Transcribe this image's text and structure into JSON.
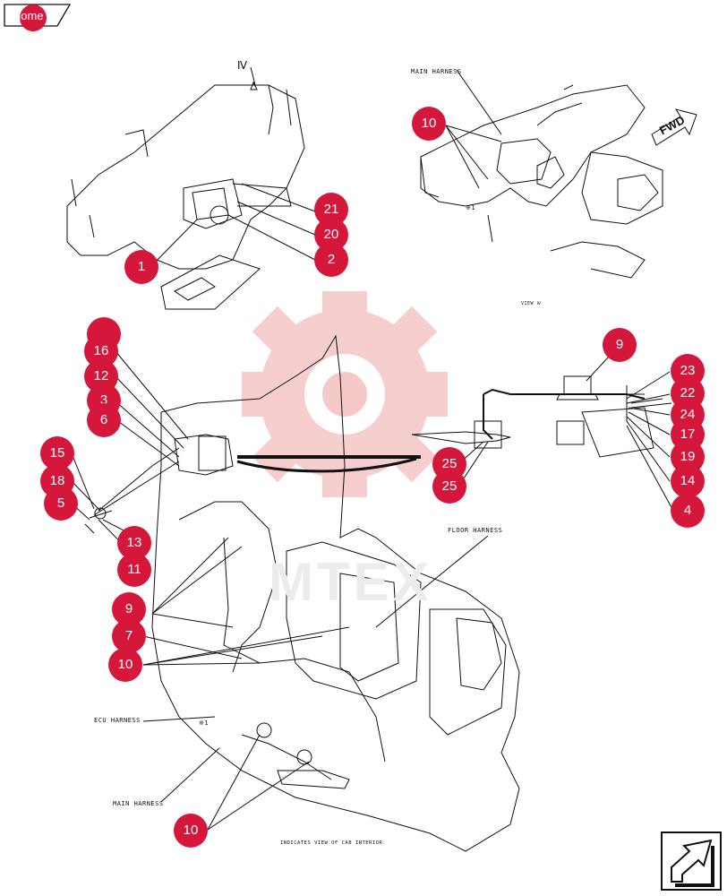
{
  "nav": {
    "home_label": "home"
  },
  "labels": {
    "main_harness_top": "MAIN HARNESS",
    "view_iv": "VIEW Ⅳ",
    "view_marker": "Ⅳ",
    "floor_harness": "FLOOR HARNESS",
    "ecu_harness": "ECU HARNESS",
    "main_harness_bottom": "MAIN HARNESS",
    "cab_interior_note": "INDICATES VIEW OF CAB INTERIOR",
    "ref_mark_top": "※1",
    "ref_mark_bottom": "※1",
    "fwd": "FWD"
  },
  "watermark": "MTEX",
  "colors": {
    "callout": "#d4173a",
    "line": "#111111",
    "watermark": "#f6c9c9"
  },
  "callouts": [
    {
      "id": "c-10a",
      "n": "10"
    },
    {
      "id": "c-21",
      "n": "21"
    },
    {
      "id": "c-20",
      "n": "20"
    },
    {
      "id": "c-2",
      "n": "2"
    },
    {
      "id": "c-1",
      "n": "1"
    },
    {
      "id": "c-top",
      "n": ""
    },
    {
      "id": "c-16",
      "n": "16"
    },
    {
      "id": "c-12",
      "n": "12"
    },
    {
      "id": "c-3",
      "n": "3"
    },
    {
      "id": "c-6",
      "n": "6"
    },
    {
      "id": "c-15",
      "n": "15"
    },
    {
      "id": "c-18",
      "n": "18"
    },
    {
      "id": "c-5",
      "n": "5"
    },
    {
      "id": "c-13",
      "n": "13"
    },
    {
      "id": "c-11",
      "n": "11"
    },
    {
      "id": "c-9a",
      "n": "9"
    },
    {
      "id": "c-7",
      "n": "7"
    },
    {
      "id": "c-10b",
      "n": "10"
    },
    {
      "id": "c-10c",
      "n": "10"
    },
    {
      "id": "c-9b",
      "n": "9"
    },
    {
      "id": "c-23",
      "n": "23"
    },
    {
      "id": "c-22",
      "n": "22"
    },
    {
      "id": "c-24",
      "n": "24"
    },
    {
      "id": "c-17",
      "n": "17"
    },
    {
      "id": "c-19",
      "n": "19"
    },
    {
      "id": "c-14",
      "n": "14"
    },
    {
      "id": "c-4",
      "n": "4"
    },
    {
      "id": "c-25a",
      "n": "25"
    },
    {
      "id": "c-25b",
      "n": "25"
    }
  ]
}
